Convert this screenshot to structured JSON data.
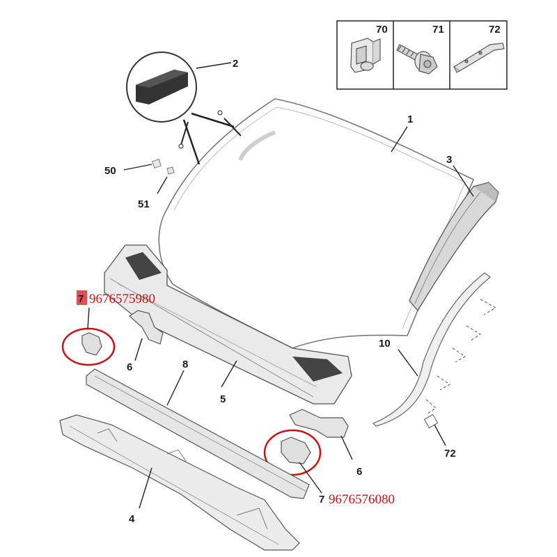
{
  "callouts": {
    "c1": "1",
    "c2": "2",
    "c3": "3",
    "c4": "4",
    "c5": "5",
    "c6a": "6",
    "c6b": "6",
    "c7a": "7",
    "c7b": "7",
    "c8": "8",
    "c10": "10",
    "c50": "50",
    "c51": "51",
    "c72": "72"
  },
  "legend_box": {
    "items": [
      "70",
      "71",
      "72"
    ]
  },
  "part_numbers": {
    "left": "9676575980",
    "right": "9676576080"
  },
  "colors": {
    "highlight_circle": "#d01010",
    "part_number_text": "#d01010",
    "callout_highlight_bg": "#e05050",
    "line_art": "#555555"
  }
}
